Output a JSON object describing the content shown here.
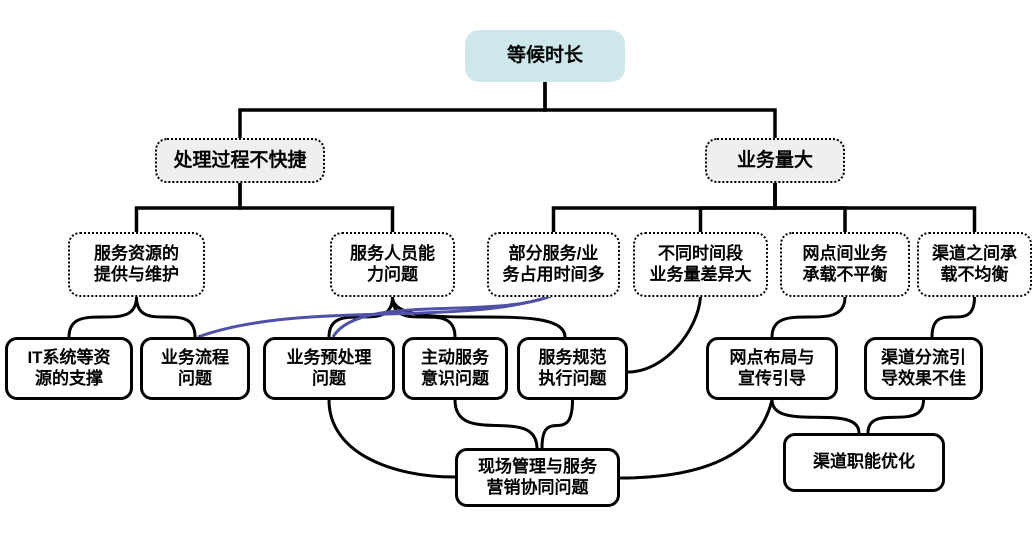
{
  "diagram": {
    "title": "等候时长",
    "colors": {
      "root_fill": "#cde7ea",
      "branch_fill": "#efefef",
      "node_fill": "#ffffff",
      "line": "#000000",
      "relation": "#4f51a8"
    },
    "nodes": [
      {
        "id": "waiting-time",
        "kind": "root",
        "label": "等候时长"
      },
      {
        "id": "process-not-fast",
        "kind": "branch",
        "label": "处理过程不快捷"
      },
      {
        "id": "high-volume",
        "kind": "branch",
        "label": "业务量大"
      },
      {
        "id": "service-resources",
        "kind": "sub",
        "label": "服务资源的\n提供与维护"
      },
      {
        "id": "staff-capability",
        "kind": "sub",
        "label": "服务人员能\n力问题"
      },
      {
        "id": "time-consuming-services",
        "kind": "sub",
        "label": "部分服务/业\n务占用时间多"
      },
      {
        "id": "time-period-variance",
        "kind": "sub",
        "label": "不同时间段\n业务量差异大"
      },
      {
        "id": "branch-load-imbalance",
        "kind": "sub",
        "label": "网点间业务\n承载不平衡"
      },
      {
        "id": "channel-load-imbalance",
        "kind": "sub",
        "label": "渠道之间承\n载不均衡"
      },
      {
        "id": "it-systems",
        "kind": "leaf",
        "label": "IT系统等资\n源的支撑"
      },
      {
        "id": "process-issues",
        "kind": "leaf",
        "label": "业务流程\n问题"
      },
      {
        "id": "preprocessing-issues",
        "kind": "leaf",
        "label": "业务预处理\n问题"
      },
      {
        "id": "proactive-service",
        "kind": "leaf",
        "label": "主动服务\n意识问题"
      },
      {
        "id": "service-standards",
        "kind": "leaf",
        "label": "服务规范\n执行问题"
      },
      {
        "id": "branch-layout",
        "kind": "leaf",
        "label": "网点布局与\n宣传引导"
      },
      {
        "id": "channel-diversion",
        "kind": "leaf",
        "label": "渠道分流引\n导效果不佳"
      },
      {
        "id": "onsite-management",
        "kind": "leaf",
        "label": "现场管理与服务\n营销协同问题"
      },
      {
        "id": "channel-function",
        "kind": "leaf",
        "label": "渠道职能优化"
      }
    ],
    "edges": [
      {
        "from": "waiting-time",
        "to": "process-not-fast",
        "style": "tree"
      },
      {
        "from": "waiting-time",
        "to": "high-volume",
        "style": "tree"
      },
      {
        "from": "process-not-fast",
        "to": "service-resources",
        "style": "tree"
      },
      {
        "from": "process-not-fast",
        "to": "staff-capability",
        "style": "tree"
      },
      {
        "from": "high-volume",
        "to": "time-consuming-services",
        "style": "tree"
      },
      {
        "from": "high-volume",
        "to": "time-period-variance",
        "style": "tree"
      },
      {
        "from": "high-volume",
        "to": "branch-load-imbalance",
        "style": "tree"
      },
      {
        "from": "high-volume",
        "to": "channel-load-imbalance",
        "style": "tree"
      },
      {
        "from": "service-resources",
        "to": "it-systems",
        "style": "tree"
      },
      {
        "from": "service-resources",
        "to": "process-issues",
        "style": "tree"
      },
      {
        "from": "staff-capability",
        "to": "preprocessing-issues",
        "style": "tree"
      },
      {
        "from": "staff-capability",
        "to": "proactive-service",
        "style": "tree"
      },
      {
        "from": "staff-capability",
        "to": "service-standards",
        "style": "tree"
      },
      {
        "from": "time-period-variance",
        "to": "service-standards",
        "style": "tree"
      },
      {
        "from": "branch-load-imbalance",
        "to": "branch-layout",
        "style": "tree"
      },
      {
        "from": "channel-load-imbalance",
        "to": "channel-diversion",
        "style": "tree"
      },
      {
        "from": "preprocessing-issues",
        "to": "onsite-management",
        "style": "tree"
      },
      {
        "from": "proactive-service",
        "to": "onsite-management",
        "style": "tree"
      },
      {
        "from": "service-standards",
        "to": "onsite-management",
        "style": "tree"
      },
      {
        "from": "branch-layout",
        "to": "onsite-management",
        "style": "tree"
      },
      {
        "from": "branch-layout",
        "to": "channel-function",
        "style": "tree"
      },
      {
        "from": "channel-diversion",
        "to": "channel-function",
        "style": "tree"
      },
      {
        "from": "time-consuming-services",
        "to": "process-issues",
        "style": "relation"
      },
      {
        "from": "time-consuming-services",
        "to": "preprocessing-issues",
        "style": "relation"
      }
    ]
  }
}
